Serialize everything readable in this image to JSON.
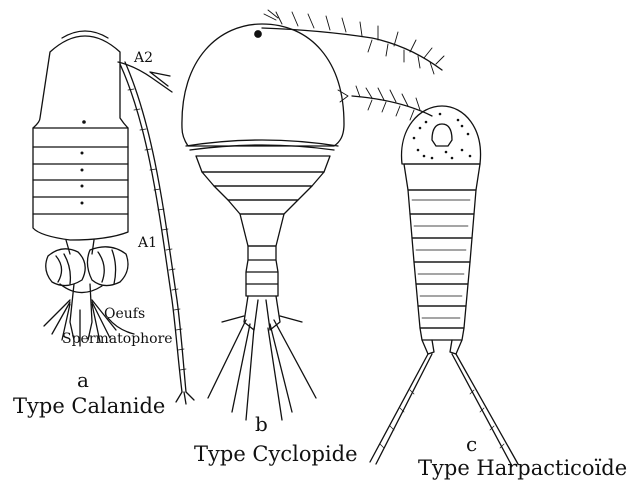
{
  "figure": {
    "a": {
      "letter": "a",
      "type_label": "Type Calanide",
      "annotations": {
        "a2": "A2",
        "a1": "A1",
        "eggs": "Oeufs",
        "spermatophore": "Spermatophore"
      }
    },
    "b": {
      "letter": "b",
      "type_label": "Type Cyclopide"
    },
    "c": {
      "letter": "c",
      "type_label": "Type Harpacticoïde"
    }
  },
  "colors": {
    "ink": "#111111",
    "background": "#ffffff"
  }
}
